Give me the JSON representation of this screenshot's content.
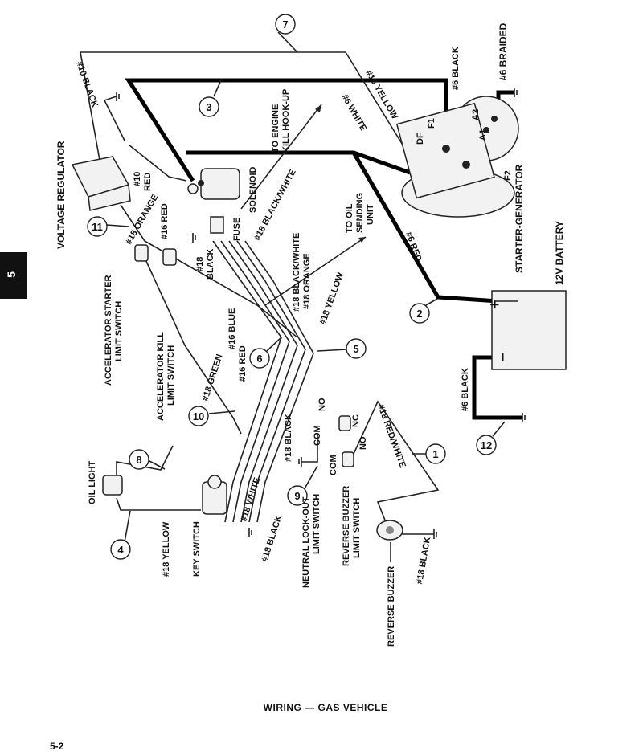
{
  "section_tab": "5",
  "caption": "WIRING — GAS VEHICLE",
  "page_number": "5-2",
  "callouts": [
    "1",
    "2",
    "3",
    "4",
    "5",
    "6",
    "7",
    "8",
    "9",
    "10",
    "11",
    "12"
  ],
  "labels": {
    "voltage_regulator": "VOLTAGE REGULATOR",
    "black10": "#10 BLACK",
    "red10a": "#10",
    "red10b": "RED",
    "orange18": "#18 ORANGE",
    "red16": "#16 RED",
    "black18a": "#18",
    "black18b": "BLACK",
    "fuse": "FUSE",
    "solenoid": "SOLENOID",
    "to_engine": "TO ENGINE",
    "kill_hookup": "KILL HOOK-UP",
    "black_white_18": "#18 BLACK/WHITE",
    "yellow16": "#16 YELLOW",
    "white6": "#6 WHITE",
    "black6_top": "#6 BLACK",
    "braided6": "#6  BRAIDED",
    "a2": "A2",
    "a1": "A1",
    "f1": "F1",
    "df": "DF",
    "f2": "F2",
    "starter_generator": "STARTER-GENERATOR",
    "red6": "#6 RED",
    "battery": "12V BATTERY",
    "plus": "+",
    "minus": "−",
    "black6_bottom": "#6 BLACK",
    "to_oil_a": "TO OIL",
    "to_oil_b": "SENDING",
    "to_oil_c": "UNIT",
    "black_white_18b": "#18 BLACK/WHITE",
    "orange18b": "#18 ORANGE",
    "yellow18": "#18 YELLOW",
    "blue16": "#16 BLUE",
    "red16b": "#16 RED",
    "accel_starter_a": "ACCELERATOR STARTER",
    "accel_starter_b": "LIMIT SWITCH",
    "accel_kill_a": "ACCELERATOR KILL",
    "accel_kill_b": "LIMIT SWITCH",
    "green18": "#18 GREEN",
    "no_a": "NO",
    "nc": "NC",
    "com_a": "COM",
    "black18c": "#18 BLACK",
    "com_b": "COM",
    "no_b": "NO",
    "red_white_18": "#18 RED/WHITE",
    "oil_light": "OIL LIGHT",
    "yellow18b": "#18 YELLOW",
    "key_switch": "KEY SWITCH",
    "white18": "#18 WHITE",
    "black18d": "#18 BLACK",
    "neutral_a": "NEUTRAL LOCK-OUT",
    "neutral_b": "LIMIT SWITCH",
    "rev_limit_a": "REVERSE BUZZER",
    "rev_limit_b": "LIMIT SWITCH",
    "black18e": "#18 BLACK",
    "reverse_buzzer": "REVERSE BUZZER"
  }
}
